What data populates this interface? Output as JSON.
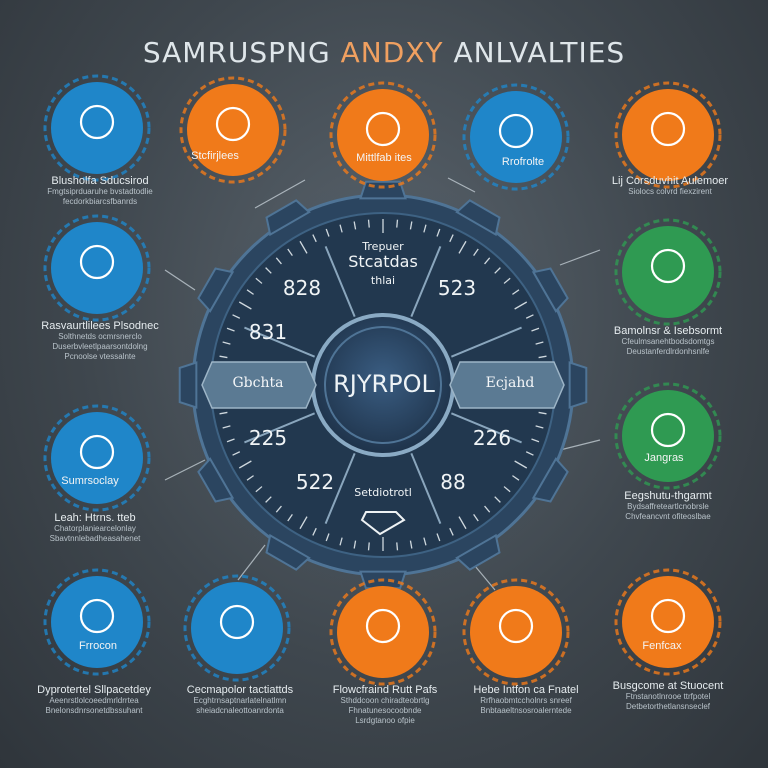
{
  "title": {
    "part1": "SAMRUSPNG",
    "part2": "ANDXY",
    "part3": "ANLVALTIES"
  },
  "hub": {
    "label": "RJYRPOL",
    "top_title_1": "Trepuer",
    "top_title_2": "Stcatdas",
    "top_title_3": "thlai",
    "bottom_title": "Setdiotrotl"
  },
  "banner": {
    "left": "Gbchta",
    "right": "Ecjahd"
  },
  "segments": [
    "828",
    "523",
    "831",
    "225",
    "226",
    "522",
    "88"
  ],
  "nodes": [
    {
      "inner": "Stcfirjlees",
      "title": "Blusholfa Sducsirod",
      "desc": "Fmgtsiprduaruhe bvstadtodlie\nfecdorkbiarcsfbanrds"
    },
    {
      "inner": "Mittlfab ites",
      "title": "",
      "desc": ""
    },
    {
      "inner": "Rrofrolte",
      "title": "",
      "desc": ""
    },
    {
      "inner": "",
      "title": "Lij Corsduvhit Aulemoer",
      "desc": "Siolocs colvrd fiexzirent"
    },
    {
      "inner": "",
      "title": "Rasvaurtlilees Plsodnec",
      "desc": "Solthnetds ocmrsnerclo\nDuserbvleetlpaarsontdolng\nPcnoolse vtessalnte"
    },
    {
      "inner": "",
      "title": "Bamolnsr & Isebsormt",
      "desc": "Cfeulmsanehtbodsdomtgs\nDeustanferdlrdonhsnlfe"
    },
    {
      "inner": "Sumrsoclay",
      "title": "Leah: Htrns. tteb",
      "desc": "Chatorplaniearcelonlay\nSbavtnnlebadheasahenet"
    },
    {
      "inner": "Jangras",
      "title": "Eegshutu-thgarmt",
      "desc": "Bydsaffreteartlcnobrsle\nChvfeancvnt ofiteoslbae"
    },
    {
      "inner": "Frrocon",
      "title": "Dyprotertel Sllpacetdey",
      "desc": "Aeenrstlolcoeedmrldrrtea\nBnelonsdnrsonetdbssuhant"
    },
    {
      "inner": "",
      "title": "Cecmapolor tactiattds",
      "desc": "Ecghtrnsaptnarlatelnatlmn\nsheiadcnaleottoanrdonta"
    },
    {
      "inner": "",
      "title": "Flowcfraind Rutt Pafs",
      "desc": "Sthddcoon chiradteobrtlg\nFhnatunesocoobnde\nLsrdgtanoo ofpie"
    },
    {
      "inner": "",
      "title": "Hebe Intfon ca Fnatel",
      "desc": "Rrfhaobmtccholnrs snreef\nBnbtaaeltnsosroalerntede"
    },
    {
      "inner": "Fenfcax",
      "title": "Busgcome at Stuocent",
      "desc": "Ftnstanotlnrooe ttrfpotel\nDetbetorthetlansnseclef"
    }
  ],
  "colors": {
    "blue": "#1f86c9",
    "orange": "#f07a1a",
    "green": "#2f9a52",
    "hub_dark": "#243a52",
    "ring_dark": "#2c4763",
    "banner": "#5b7a93"
  }
}
